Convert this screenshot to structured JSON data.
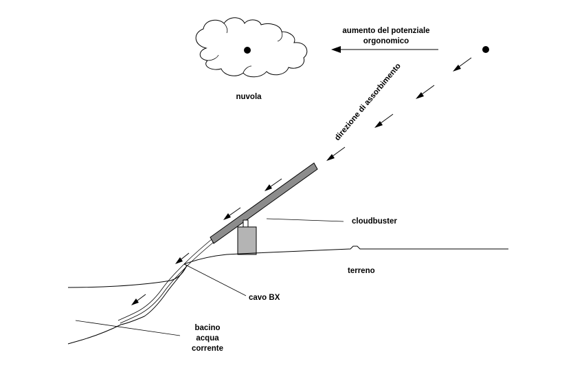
{
  "labels": {
    "cloud": "nuvola",
    "potential_line1": "aumento del potenziale",
    "potential_line2": "orgonomico",
    "absorption": "direzione di assorbimento",
    "cloudbuster": "cloudbuster",
    "ground": "terreno",
    "cable": "cavo BX",
    "water_line1": "bacino",
    "water_line2": "acqua",
    "water_line3": "corrente"
  },
  "colors": {
    "stroke": "#000000",
    "tube_fill": "#8c8c8c",
    "base_fill": "#b4b4b4",
    "background": "#ffffff"
  }
}
